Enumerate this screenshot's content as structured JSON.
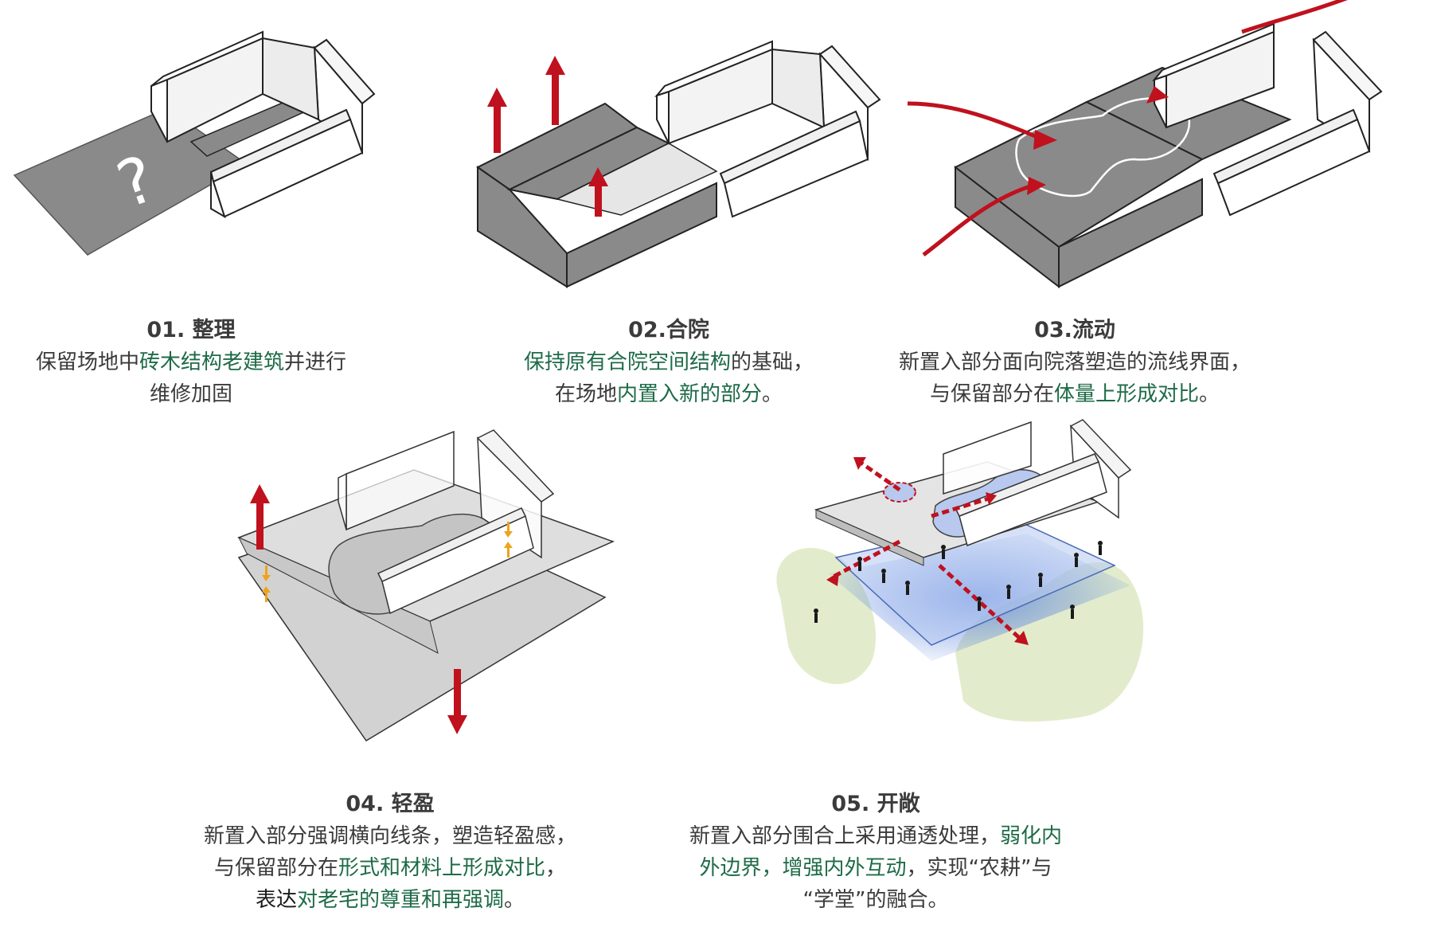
{
  "colors": {
    "ground": "#8a8a8a",
    "highlight_text": "#1e6b47",
    "arrow_red": "#c0111e",
    "arrow_orange": "#f0a21a",
    "green_patch": "#e2eccc",
    "blue_glow": "#7a9be0"
  },
  "icons": {
    "question": "question-mark-icon"
  },
  "panels": [
    {
      "title": "01. 整理",
      "lines": [
        [
          {
            "t": "保留场地中",
            "h": false
          },
          {
            "t": "砖木结构老建筑",
            "h": true
          },
          {
            "t": "并进行",
            "h": false
          }
        ],
        [
          {
            "t": "维修加固",
            "h": false
          }
        ]
      ]
    },
    {
      "title": "02.合院",
      "lines": [
        [
          {
            "t": "保持原有合院空间结构",
            "h": true
          },
          {
            "t": "的基础，",
            "h": false
          }
        ],
        [
          {
            "t": "在场地",
            "h": false
          },
          {
            "t": "内置入新的部分",
            "h": true
          },
          {
            "t": "。",
            "h": false
          }
        ]
      ]
    },
    {
      "title": "03.流动",
      "lines": [
        [
          {
            "t": "新置入部分面向院落塑造的流线界面，",
            "h": false
          }
        ],
        [
          {
            "t": "与保留部分在",
            "h": false
          },
          {
            "t": "体量上形成对比",
            "h": true
          },
          {
            "t": "。",
            "h": false
          }
        ]
      ]
    },
    {
      "title": "04. 轻盈",
      "lines": [
        [
          {
            "t": "新置入部分强调横向线条，塑造轻盈感，",
            "h": false
          }
        ],
        [
          {
            "t": "与保留部分在",
            "h": false
          },
          {
            "t": "形式和材料上形成对比",
            "h": true
          },
          {
            "t": "，",
            "h": false
          }
        ],
        [
          {
            "t": "表达",
            "h": false
          },
          {
            "t": "对老宅的尊重和再强调",
            "h": true
          },
          {
            "t": "。",
            "h": false
          }
        ]
      ]
    },
    {
      "title": "05. 开敞",
      "lines": [
        [
          {
            "t": "新置入部分围合上采用通透处理，",
            "h": false
          },
          {
            "t": "弱化内",
            "h": true
          }
        ],
        [
          {
            "t": "外边界，增强内外互动",
            "h": true
          },
          {
            "t": "，实现“农耕”与",
            "h": false
          }
        ],
        [
          {
            "t": "“学堂”的融合。",
            "h": false
          }
        ]
      ]
    }
  ]
}
